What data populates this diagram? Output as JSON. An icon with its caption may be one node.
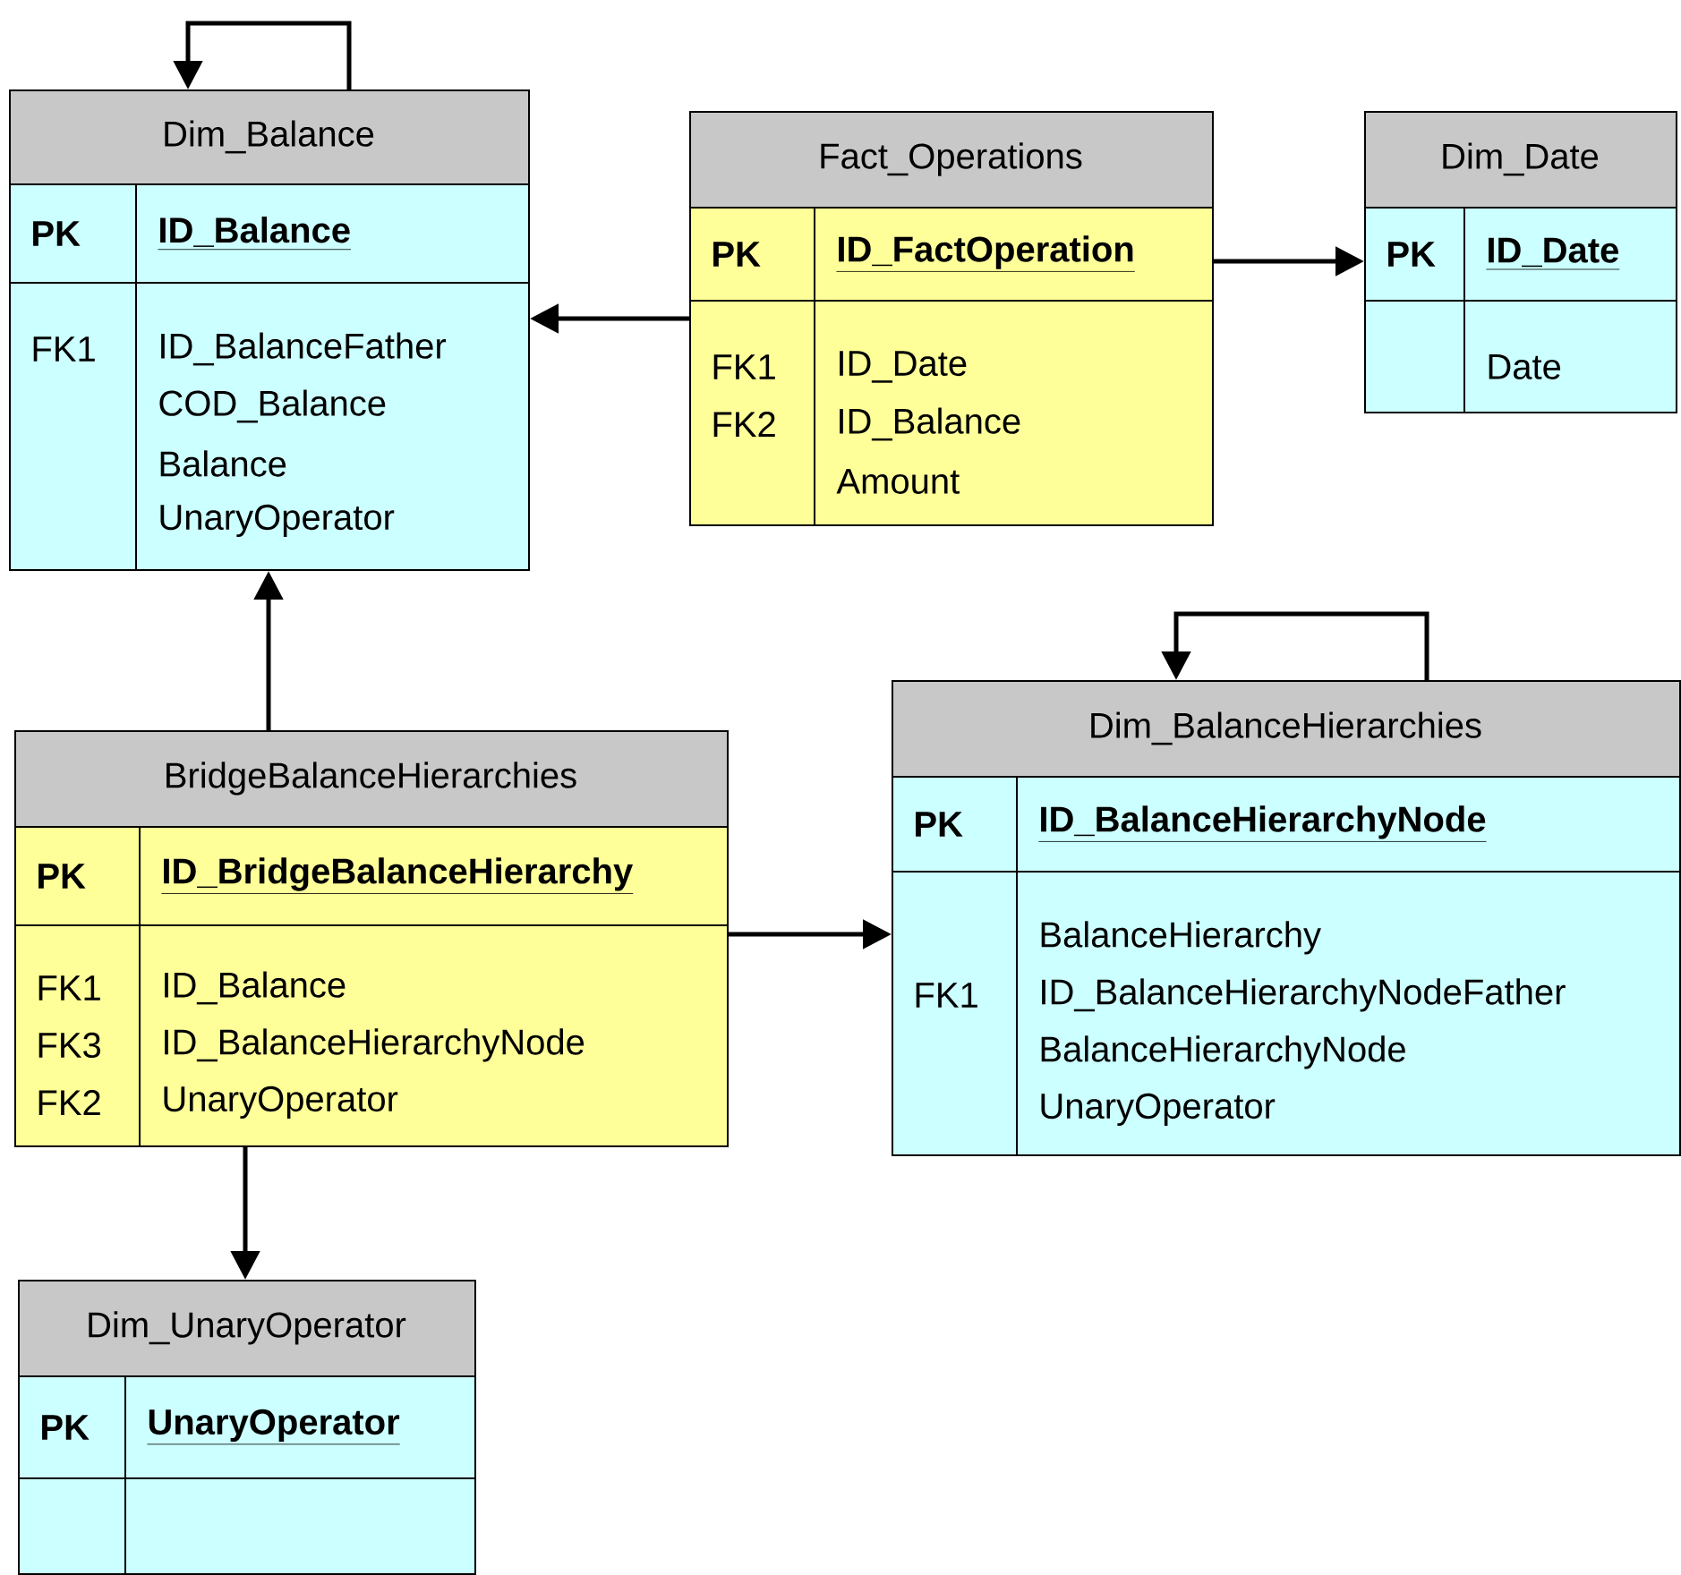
{
  "diagram": {
    "nodes": [
      {
        "text": [
          "Dim_Balance",
          "PK",
          "ID_Balance",
          "FK1",
          "ID_BalanceFather",
          "COD_Balance",
          "Balance",
          "UnaryOperator"
        ]
      },
      {
        "text": [
          "Fact_Operations",
          "PK",
          "ID_FactOperation",
          "FK1",
          "ID_Date",
          "FK2",
          "ID_Balance",
          "Amount"
        ]
      },
      {
        "text": [
          "Dim_Date",
          "PK",
          "ID_Date",
          "Date"
        ]
      },
      {
        "text": [
          "BridgeBalanceHierarchies",
          "PK",
          "ID_BridgeBalanceHierarchy",
          "FK1",
          "ID_Balance",
          "FK3",
          "ID_BalanceHierarchyNode",
          "FK2",
          "UnaryOperator"
        ]
      },
      {
        "text": [
          "Dim_BalanceHierarchies",
          "PK",
          "ID_BalanceHierarchyNode",
          "BalanceHierarchy",
          "FK1",
          "ID_BalanceHierarchyNodeFather",
          "BalanceHierarchyNode",
          "UnaryOperator"
        ]
      },
      {
        "text": [
          "Dim_UnaryOperator",
          "PK",
          "UnaryOperator"
        ]
      }
    ],
    "edges": [
      {
        "from": 0,
        "to": 0,
        "arrow": "to"
      },
      {
        "from": 1,
        "to": 0,
        "arrow": "to"
      },
      {
        "from": 1,
        "to": 2,
        "arrow": "to"
      },
      {
        "from": 3,
        "to": 0,
        "arrow": "to"
      },
      {
        "from": 3,
        "to": 4,
        "arrow": "to"
      },
      {
        "from": 4,
        "to": 4,
        "arrow": "to"
      },
      {
        "from": 3,
        "to": 5,
        "arrow": "to"
      }
    ]
  }
}
